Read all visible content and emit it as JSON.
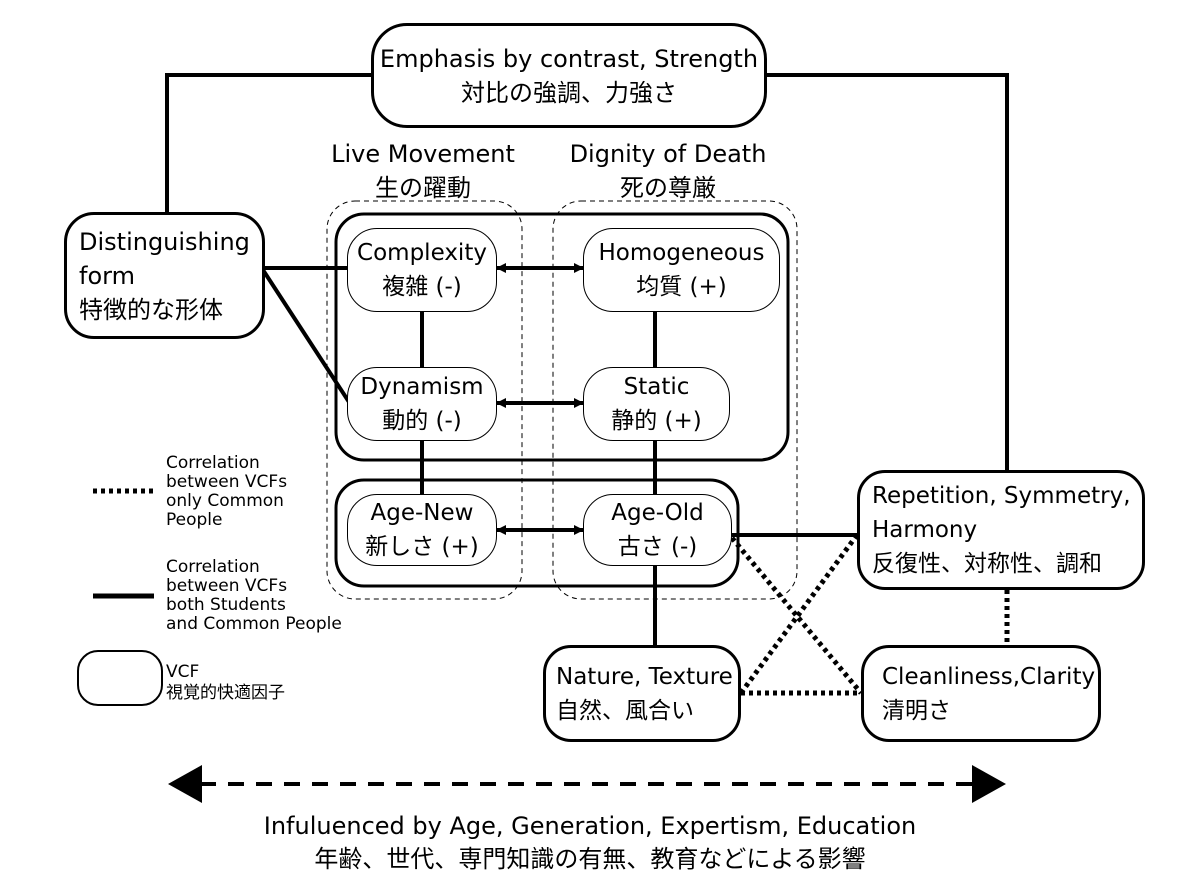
{
  "top": {
    "en": "Emphasis by contrast, Strength",
    "ja": "対比の強調、力強さ"
  },
  "columns": {
    "live": {
      "en": "Live Movement",
      "ja": "生の躍動"
    },
    "death": {
      "en": "Dignity of Death",
      "ja": "死の尊厳"
    }
  },
  "distinguishing": {
    "line1": "Distinguishing",
    "line2": "form",
    "ja": "特徴的な形体"
  },
  "pairs": {
    "complexity": {
      "en": "Complexity",
      "ja": "複雑 (-)"
    },
    "homogeneous": {
      "en": "Homogeneous",
      "ja": "均質 (+)"
    },
    "dynamism": {
      "en": "Dynamism",
      "ja": "動的 (-)"
    },
    "static": {
      "en": "Static",
      "ja": "静的 (+)"
    },
    "age_new": {
      "en": "Age-New",
      "ja": "新しさ (+)"
    },
    "age_old": {
      "en": "Age-Old",
      "ja": "古さ (-)"
    }
  },
  "repetition": {
    "line1": "Repetition, Symmetry,",
    "line2": "Harmony",
    "ja": "反復性、対称性、調和"
  },
  "nature": {
    "en": "Nature, Texture",
    "ja": "自然、風合い"
  },
  "cleanliness": {
    "en": "Cleanliness,Clarity",
    "ja": "清明さ"
  },
  "legend": {
    "dotted": [
      "Correlation",
      "between VCFs",
      "only Common",
      "People"
    ],
    "solid": [
      "Correlation",
      "between VCFs",
      "both Students",
      "and Common People"
    ],
    "vcf": {
      "en": "VCF",
      "ja": "視覚的快適因子"
    }
  },
  "bottom": {
    "en": "Infuluenced by Age, Generation, Expertism, Education",
    "ja": "年齢、世代、専門知識の有無、教育などによる影響"
  }
}
